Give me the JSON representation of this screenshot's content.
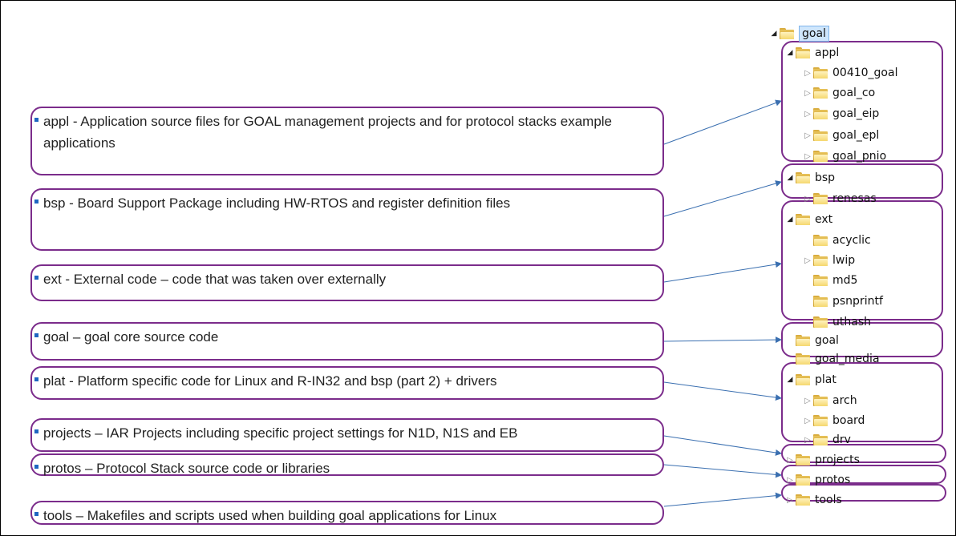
{
  "descriptions": [
    {
      "id": "appl",
      "text": "appl - Application source files for GOAL management  projects and for protocol stacks example  applications"
    },
    {
      "id": "bsp",
      "text": "bsp - Board  Support  Package including  HW-RTOS and register definition files"
    },
    {
      "id": "ext",
      "text": "ext - External code – code that was taken over externally"
    },
    {
      "id": "goal",
      "text": "goal – goal core source code"
    },
    {
      "id": "plat",
      "text": "plat - Platform specific code for Linux and R-IN32 and bsp (part 2) + drivers"
    },
    {
      "id": "projects",
      "text": "projects – IAR Projects including specific project settings for N1D, N1S and EB"
    },
    {
      "id": "protos",
      "text": "protos – Protocol Stack source code or libraries"
    },
    {
      "id": "tools",
      "text": "tools – Makefiles and scripts used when building goal applications for Linux"
    }
  ],
  "tree": [
    {
      "label": "goal",
      "level": 0,
      "expander": "open",
      "selected": true
    },
    {
      "label": "appl",
      "level": 1,
      "expander": "open"
    },
    {
      "label": "00410_goal",
      "level": 2,
      "expander": "closed"
    },
    {
      "label": "goal_co",
      "level": 2,
      "expander": "closed"
    },
    {
      "label": "goal_eip",
      "level": 2,
      "expander": "closed"
    },
    {
      "label": "goal_epl",
      "level": 2,
      "expander": "closed"
    },
    {
      "label": "goal_pnio",
      "level": 2,
      "expander": "closed"
    },
    {
      "label": "bsp",
      "level": 1,
      "expander": "open"
    },
    {
      "label": "renesas",
      "level": 2,
      "expander": "closed"
    },
    {
      "label": "ext",
      "level": 1,
      "expander": "open"
    },
    {
      "label": "acyclic",
      "level": 2,
      "expander": "none"
    },
    {
      "label": "lwip",
      "level": 2,
      "expander": "closed"
    },
    {
      "label": "md5",
      "level": 2,
      "expander": "none"
    },
    {
      "label": "psnprintf",
      "level": 2,
      "expander": "none"
    },
    {
      "label": "uthash",
      "level": 2,
      "expander": "none"
    },
    {
      "label": "goal",
      "level": 1,
      "expander": "none"
    },
    {
      "label": "goal_media",
      "level": 1,
      "expander": "none"
    },
    {
      "label": "plat",
      "level": 1,
      "expander": "open"
    },
    {
      "label": "arch",
      "level": 2,
      "expander": "closed"
    },
    {
      "label": "board",
      "level": 2,
      "expander": "closed"
    },
    {
      "label": "drv",
      "level": 2,
      "expander": "closed"
    },
    {
      "label": "projects",
      "level": 1,
      "expander": "closed"
    },
    {
      "label": "protos",
      "level": 1,
      "expander": "closed"
    },
    {
      "label": "tools",
      "level": 1,
      "expander": "closed"
    }
  ],
  "colors": {
    "outline": "#7b2c8b",
    "arrow": "#3a6fb0",
    "bullet": "#1f66c1"
  },
  "icons": {
    "folder": "folder-icon",
    "expanded": "expanded-triangle-icon",
    "collapsed": "collapsed-triangle-icon"
  }
}
